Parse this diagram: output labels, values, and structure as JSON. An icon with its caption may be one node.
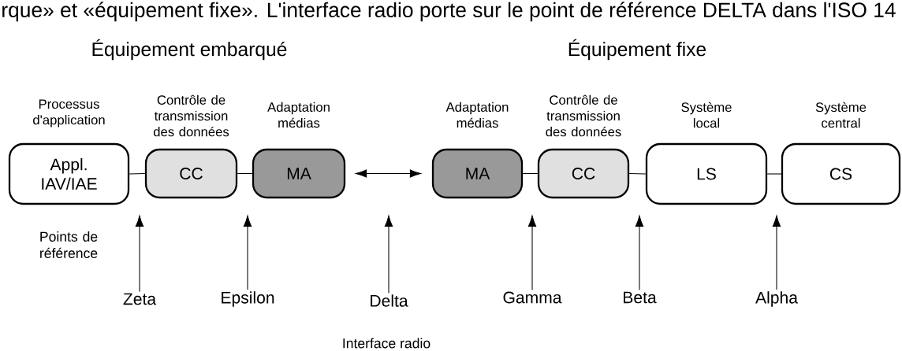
{
  "diagram": {
    "nodes": [
      {
        "text": [
          "Processus d'application",
          "Appl. IAV/IAE"
        ]
      },
      {
        "text": [
          "Contrôle de transmission des données",
          "CC"
        ]
      },
      {
        "text": [
          "Adaptation médias",
          "MA"
        ]
      },
      {
        "text": [
          "Adaptation médias",
          "MA"
        ]
      },
      {
        "text": [
          "Contrôle de transmission des données",
          "CC"
        ]
      },
      {
        "text": [
          "Système local",
          "LS"
        ]
      },
      {
        "text": [
          "Système central",
          "CS"
        ]
      },
      {
        "text": [
          "Zeta"
        ]
      },
      {
        "text": [
          "Epsilon"
        ]
      },
      {
        "text": [
          "Delta"
        ]
      },
      {
        "text": [
          "Gamma"
        ]
      },
      {
        "text": [
          "Beta"
        ]
      },
      {
        "text": [
          "Alpha"
        ]
      }
    ],
    "edges": [
      {
        "from": 0,
        "to": 1,
        "arrow": "none"
      },
      {
        "from": 1,
        "to": 2,
        "arrow": "none"
      },
      {
        "from": 2,
        "to": 3,
        "arrow": "both"
      },
      {
        "from": 3,
        "to": 4,
        "arrow": "none"
      },
      {
        "from": 4,
        "to": 5,
        "arrow": "none"
      },
      {
        "from": 5,
        "to": 6,
        "arrow": "none"
      },
      {
        "from": 7,
        "to": null,
        "arrow": "to"
      },
      {
        "from": 8,
        "to": null,
        "arrow": "to"
      },
      {
        "from": 9,
        "to": null,
        "arrow": "to"
      },
      {
        "from": 10,
        "to": null,
        "arrow": "to"
      },
      {
        "from": 11,
        "to": null,
        "arrow": "to"
      },
      {
        "from": 12,
        "to": null,
        "arrow": "to"
      }
    ],
    "labels": [
      "rque» et «équipement fixe». L'interface radio porte sur le point de référence DELTA dans l'ISO 14",
      "Équipement embarqué",
      "Équipement fixe",
      "Points de référence",
      "Interface radio"
    ]
  }
}
